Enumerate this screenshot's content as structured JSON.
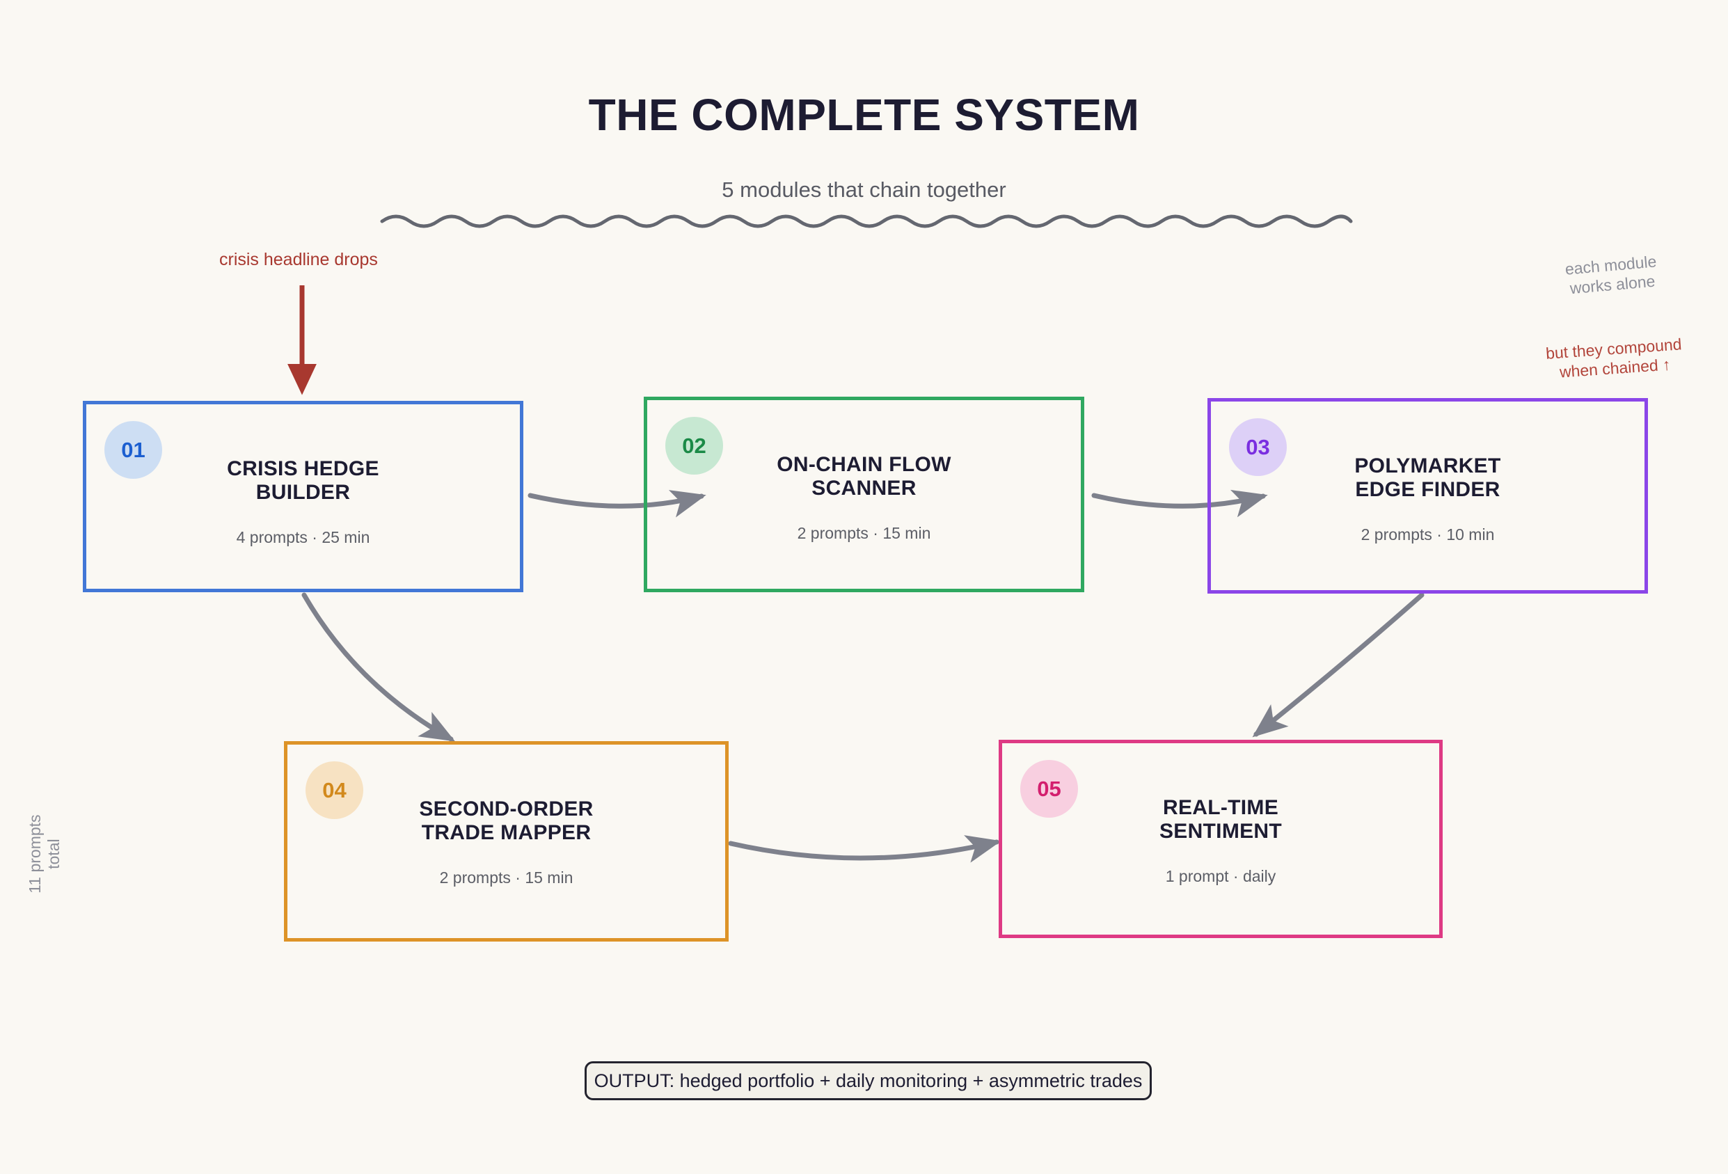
{
  "header": {
    "title": "THE COMPLETE SYSTEM",
    "subtitle": "5 modules that chain together"
  },
  "annotations": {
    "crisis_trigger": "crisis headline drops",
    "works_alone": "each module\nworks alone",
    "compound": "but they compound\nwhen chained ↑",
    "total_prompts": "11 prompts\ntotal"
  },
  "modules": [
    {
      "number": "01",
      "title": "CRISIS HEDGE\nBUILDER",
      "meta": "4 prompts · 25 min",
      "border_color": "#4277d6",
      "circle_fill": "#cddef3",
      "circle_text": "#1c5fd0"
    },
    {
      "number": "02",
      "title": "ON-CHAIN FLOW\nSCANNER",
      "meta": "2 prompts · 15 min",
      "border_color": "#2fa860",
      "circle_fill": "#c7e8d2",
      "circle_text": "#1b8a47"
    },
    {
      "number": "03",
      "title": "POLYMARKET\nEDGE FINDER",
      "meta": "2 prompts · 10 min",
      "border_color": "#8b46e8",
      "circle_fill": "#ddd0f7",
      "circle_text": "#7a2ee0"
    },
    {
      "number": "04",
      "title": "SECOND-ORDER\nTRADE MAPPER",
      "meta": "2 prompts · 15 min",
      "border_color": "#dd9327",
      "circle_fill": "#f7e2c2",
      "circle_text": "#d2891c"
    },
    {
      "number": "05",
      "title": "REAL-TIME\nSENTIMENT",
      "meta": "1 prompt · daily",
      "border_color": "#de3a84",
      "circle_fill": "#f8cfe0",
      "circle_text": "#d31f6e"
    }
  ],
  "output": {
    "label": "OUTPUT: hedged portfolio + daily monitoring + asymmetric trades"
  },
  "colors": {
    "background": "#faf8f3",
    "ink": "#1d1c32",
    "muted": "#5c5e66",
    "wire": "#7e818c",
    "trigger_red": "#a8382f"
  }
}
